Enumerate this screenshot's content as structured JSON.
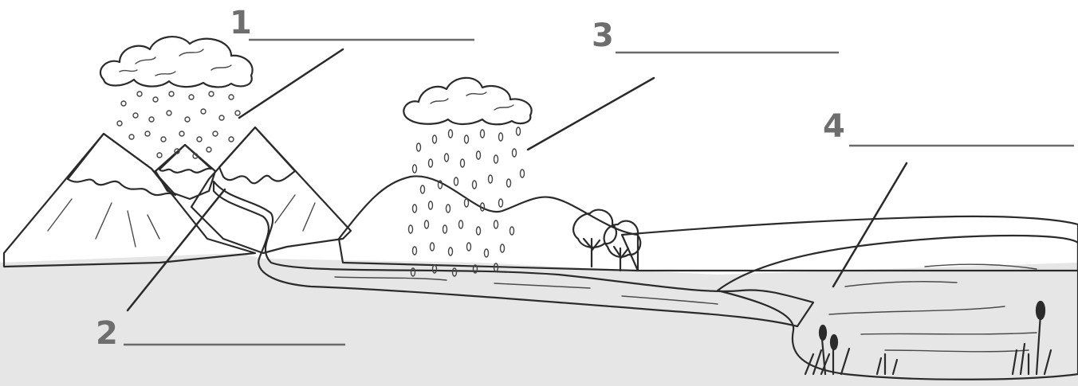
{
  "labels": [
    {
      "id": "1",
      "text": "1"
    },
    {
      "id": "2",
      "text": "2"
    },
    {
      "id": "3",
      "text": "3"
    },
    {
      "id": "4",
      "text": "4"
    }
  ],
  "colors": {
    "ground": "#e6e6e6",
    "hill": "#e2e2e2",
    "mountain": "#ececec",
    "snow": "#ffffff",
    "water": "#c8c8c8",
    "ink": "#2b2b2b",
    "label_text": "#6e6e6e"
  },
  "icons": [
    "cloud-icon",
    "snow-icon",
    "rain-drop-icon",
    "tree-icon",
    "reed-icon"
  ]
}
